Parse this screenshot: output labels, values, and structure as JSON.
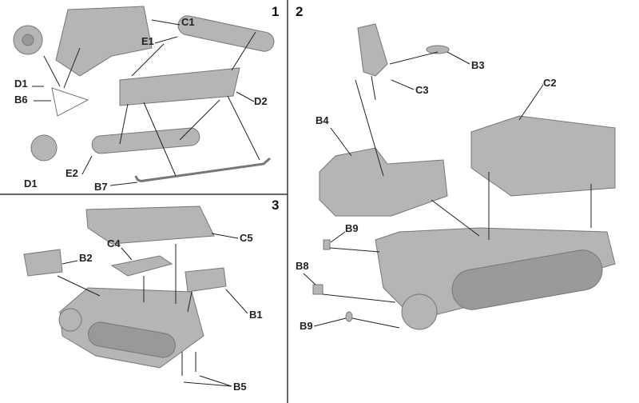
{
  "steps": {
    "s1": "1",
    "s2": "2",
    "s3": "3"
  },
  "panel1": {
    "c1": "C1",
    "e1": "E1",
    "d1_top": "D1",
    "b6": "B6",
    "d2": "D2",
    "d1_bottom": "D1",
    "e2": "E2",
    "b7": "B7"
  },
  "panel2": {
    "b3": "B3",
    "c3": "C3",
    "c2": "C2",
    "b4": "B4",
    "b9_top": "B9",
    "b8": "B8",
    "b9_bottom": "B9"
  },
  "panel3": {
    "c5": "C5",
    "c4": "C4",
    "b2": "B2",
    "b1": "B1",
    "b5": "B5"
  },
  "colors": {
    "part": "#b5b5b5",
    "part_dark": "#7a7a7a",
    "line": "#222222",
    "divider": "#333333"
  }
}
